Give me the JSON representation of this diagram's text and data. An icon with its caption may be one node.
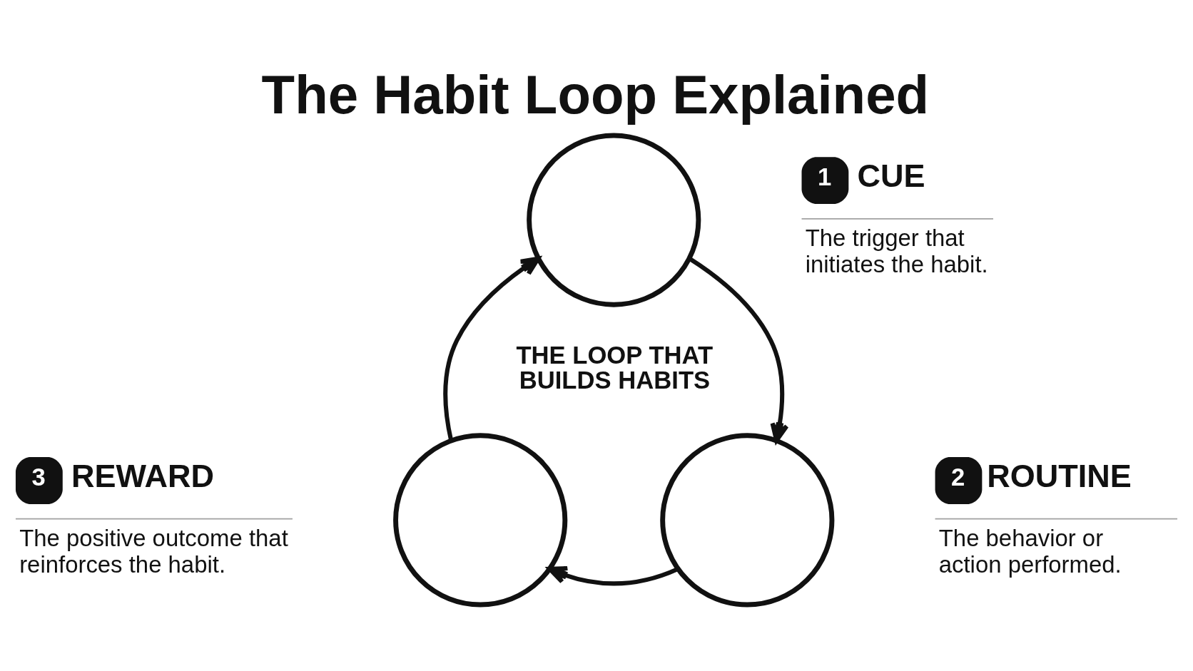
{
  "diagram": {
    "title": "The Habit Loop Explained",
    "nodes": [
      {
        "text": [],
        "shape": "circle",
        "beside": [
          "1",
          "CUE",
          "The trigger that initiates the habit."
        ]
      },
      {
        "text": [],
        "shape": "circle",
        "beside": [
          "2",
          "ROUTINE",
          "The behavior or action performed."
        ]
      },
      {
        "text": [],
        "shape": "circle",
        "beside": [
          "3",
          "REWARD",
          "The positive outcome that reinforces the habit."
        ]
      }
    ],
    "edges": [
      {
        "from": 0,
        "to": 1,
        "arrow": "to"
      },
      {
        "from": 1,
        "to": 2,
        "arrow": "to"
      },
      {
        "from": 2,
        "to": 0,
        "arrow": "to"
      }
    ],
    "labels": [
      "THE LOOP THAT BUILDS HABITS"
    ]
  }
}
